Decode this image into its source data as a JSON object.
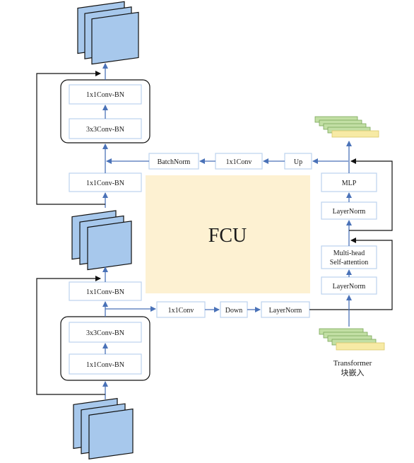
{
  "blocks": {
    "top_1x1_bn": "1x1Conv-BN",
    "top_3x3_bn": "3x3Conv-BN",
    "mid_1x1_bn_upper": "1x1Conv-BN",
    "mid_1x1_bn_lower": "1x1Conv-BN",
    "bottom_3x3_bn": "3x3Conv-BN",
    "bottom_1x1_bn": "1x1Conv-BN"
  },
  "fcu": {
    "title": "FCU",
    "batchnorm": "BatchNorm",
    "conv_up": "1x1Conv",
    "up": "Up",
    "conv_down": "1x1Conv",
    "down": "Down",
    "layernorm_down": "LayerNorm"
  },
  "transformer": {
    "mlp": "MLP",
    "layernorm_top": "LayerNorm",
    "mhsa_line1": "Multi-head",
    "mhsa_line2": "Self-attention",
    "layernorm_bottom": "LayerNorm",
    "caption_line1": "Transformer",
    "caption_line2": "块嵌入"
  },
  "colors": {
    "arrow": "#4a72b8",
    "box_border": "#bcd3ee",
    "fcu_fill": "#fdf1d2",
    "feature_map": "#a7c8ec",
    "token_green": "#c2dfa4",
    "token_yellow": "#f7eaa5"
  }
}
